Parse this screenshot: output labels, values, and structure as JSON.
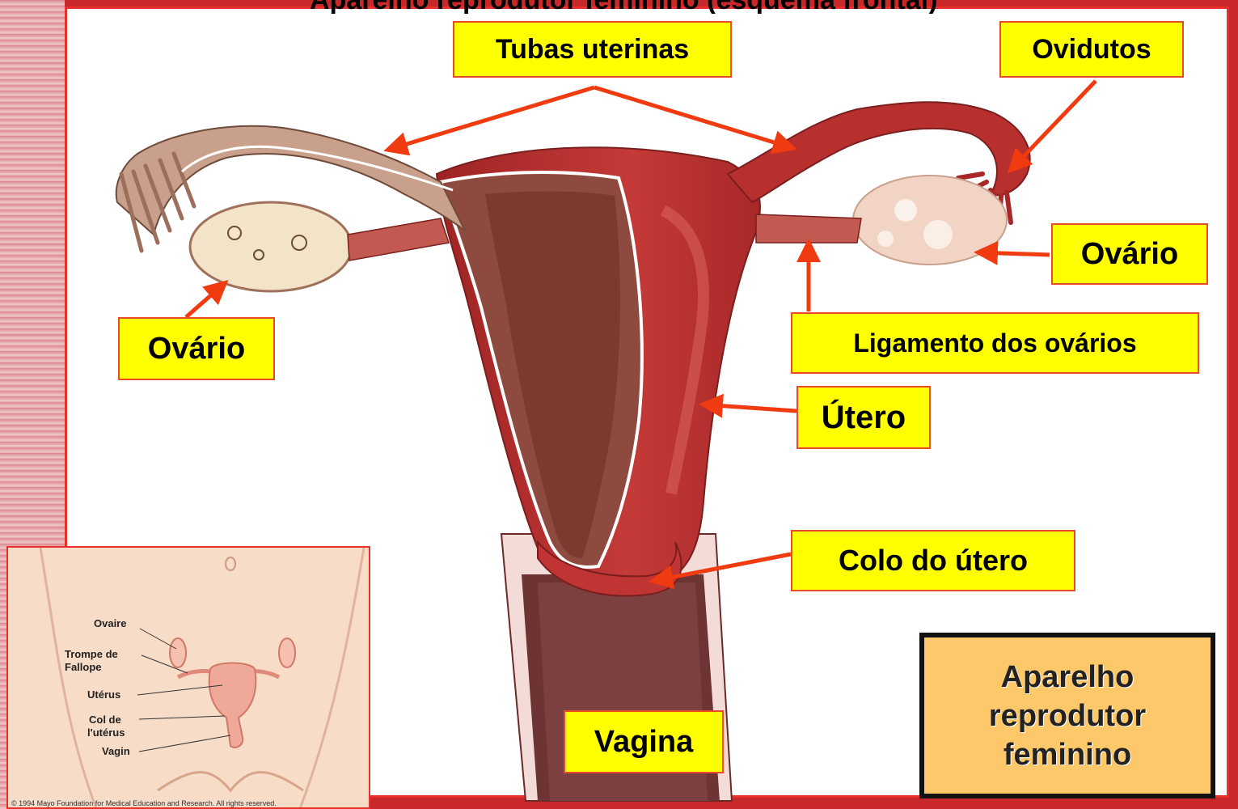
{
  "slide": {
    "title_partial": "Aparelho reprodutor feminino (esquema frontal)"
  },
  "labels": {
    "tubas": "Tubas uterinas",
    "ovidutos": "Ovidutos",
    "ovario_right": "Ovário",
    "ovario_left": "Ovário",
    "ligamento": "Ligamento dos ovários",
    "utero": "Útero",
    "colo": "Colo do útero",
    "vagina": "Vagina"
  },
  "title_box": {
    "line1": "Aparelho",
    "line2": "reprodutor",
    "line3": "feminino"
  },
  "inset": {
    "ovaire": "Ovaire",
    "trompe": "Trompe de",
    "fallope": "Fallope",
    "uterus": "Utérus",
    "col": "Col de",
    "col2": "l'utérus",
    "vagin": "Vagin",
    "copyright": "© 1994 Mayo Foundation for Medical Education and Research. All rights reserved."
  },
  "colors": {
    "label_bg": "#ffff00",
    "arrow": "#f03a10",
    "uterus": "#b8302e",
    "tube_left": "#c9a08c"
  }
}
